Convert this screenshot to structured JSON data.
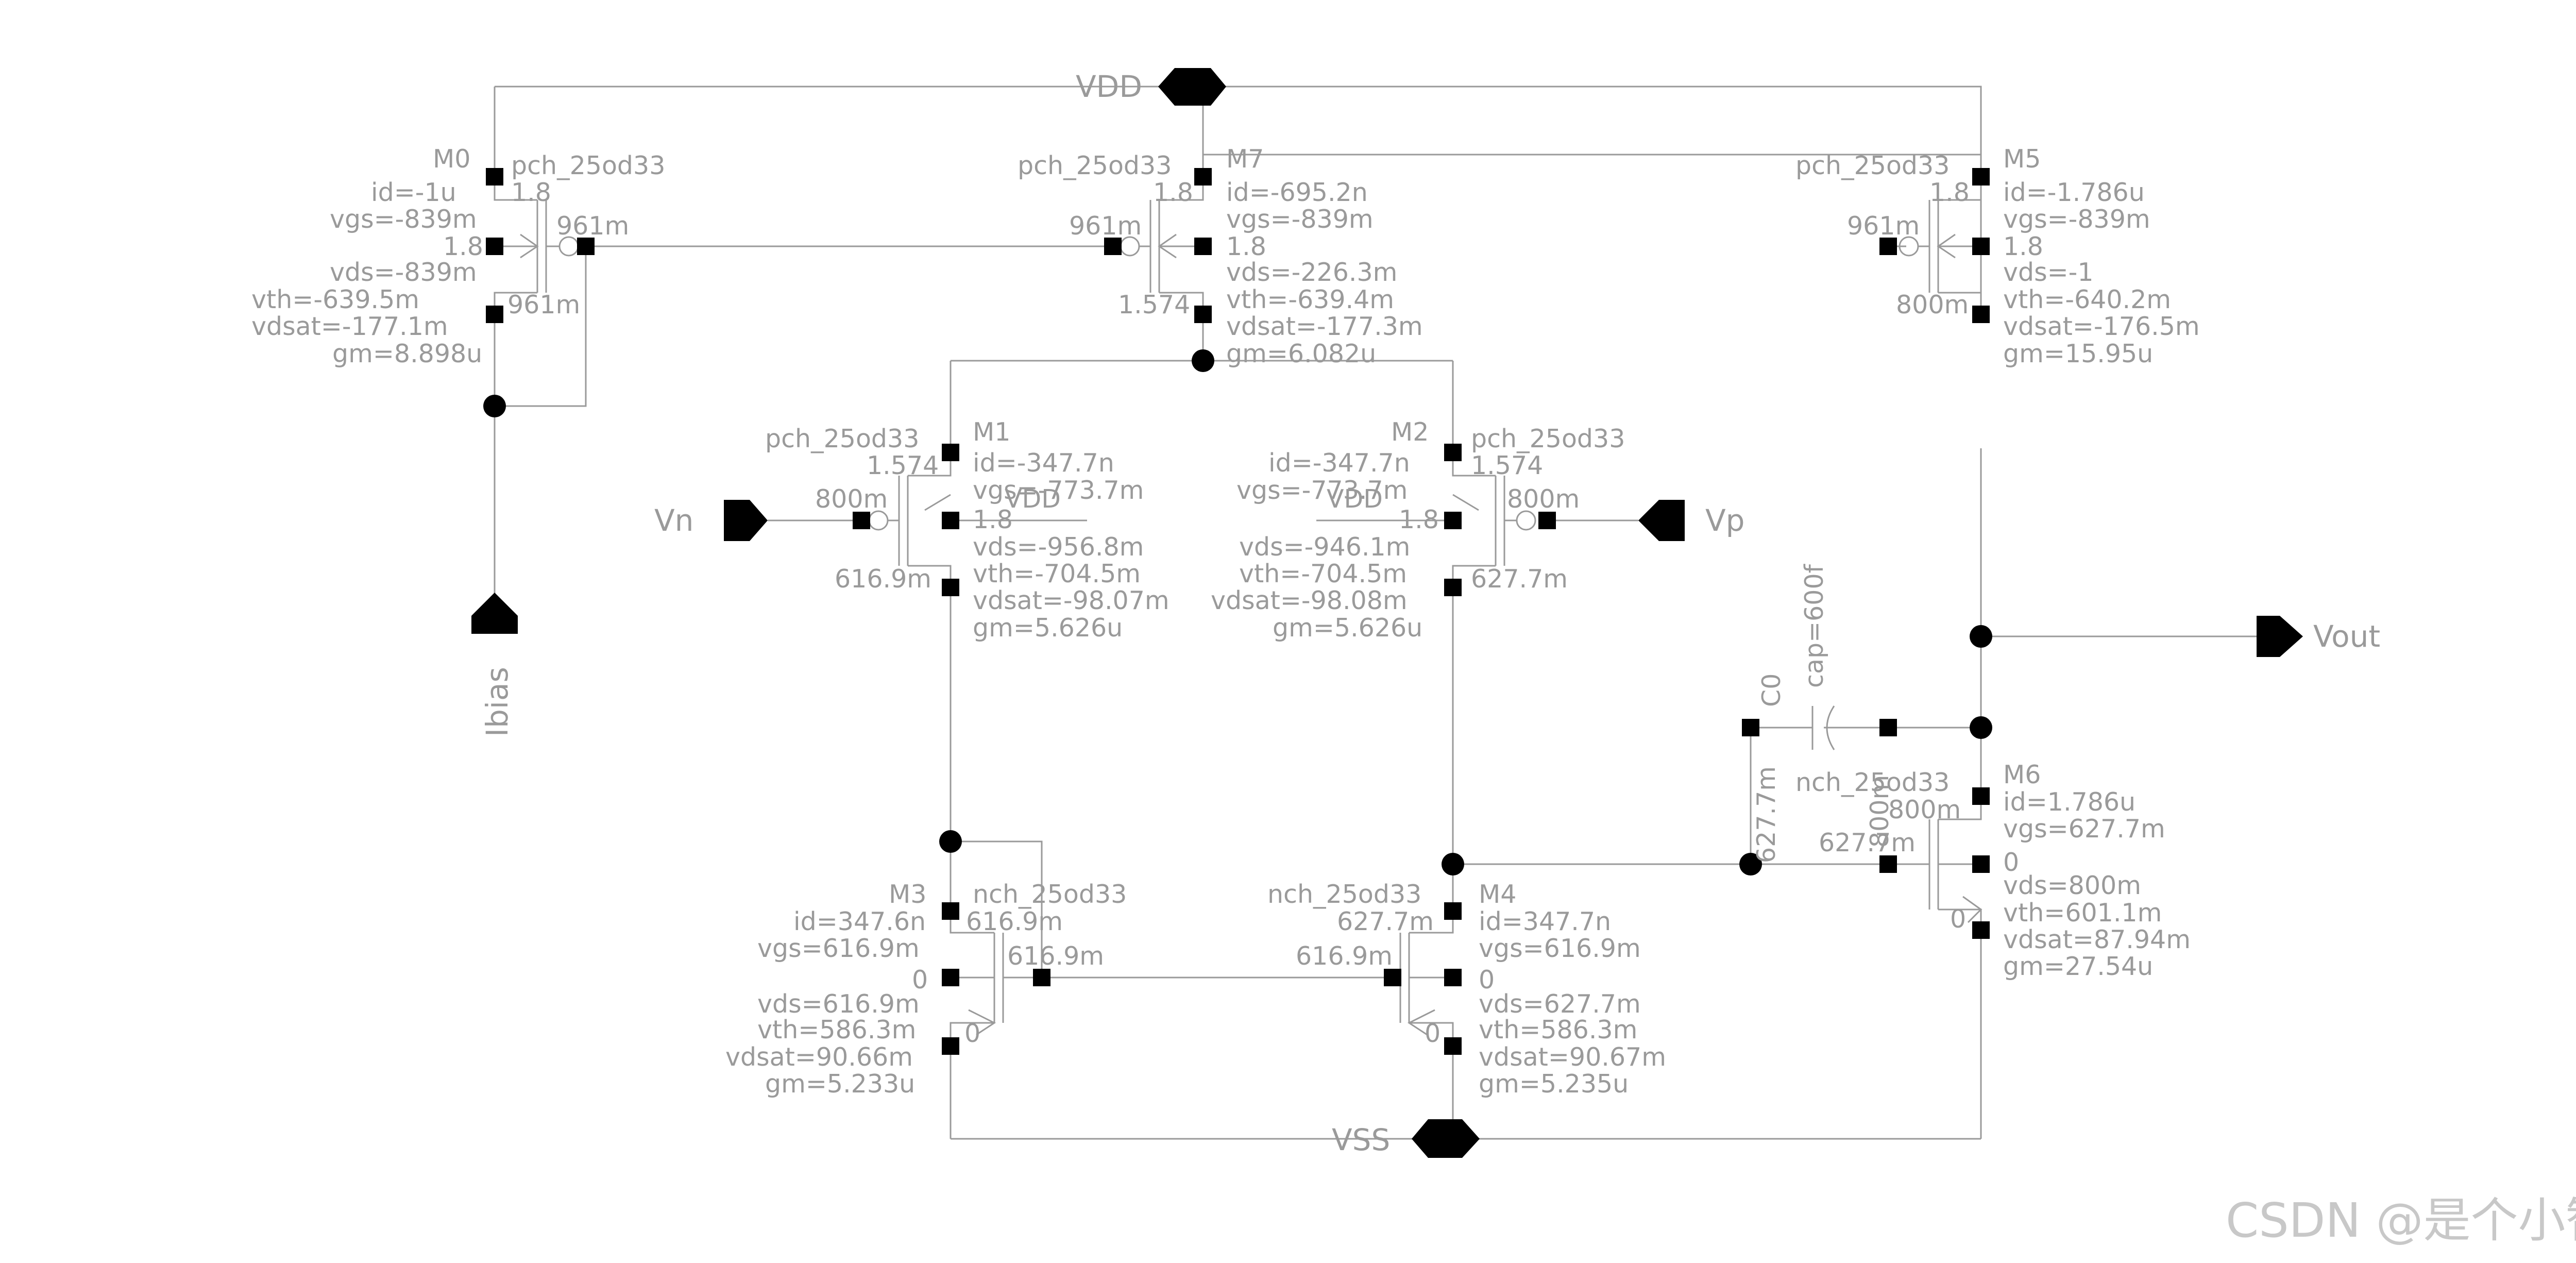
{
  "pins": {
    "vdd": "VDD",
    "vss": "VSS",
    "vn": "Vn",
    "vp": "Vp",
    "vout": "Vout",
    "ibias": "Ibias"
  },
  "devices": {
    "m0": {
      "name": "M0",
      "model": "pch_25od33",
      "lines": [
        "id=-1u",
        "vgs=-839m",
        "vds=-839m",
        "vth=-639.5m",
        "vdsat=-177.1m",
        "gm=8.898u"
      ],
      "nodes": {
        "b": "1.8",
        "s": "1.8",
        "g": "961m",
        "d": "961m"
      }
    },
    "m7": {
      "name": "M7",
      "model": "pch_25od33",
      "lines": [
        "id=-695.2n",
        "vgs=-839m",
        "vds=-226.3m",
        "vth=-639.4m",
        "vdsat=-177.3m",
        "gm=6.082u"
      ],
      "nodes": {
        "b": "1.8",
        "s": "1.8",
        "g": "961m",
        "d": "1.574"
      }
    },
    "m5": {
      "name": "M5",
      "model": "pch_25od33",
      "lines": [
        "id=-1.786u",
        "vgs=-839m",
        "vds=-1",
        "vth=-640.2m",
        "vdsat=-176.5m",
        "gm=15.95u"
      ],
      "nodes": {
        "b": "1.8",
        "s": "1.8",
        "g": "961m",
        "d": "800m"
      }
    },
    "m1": {
      "name": "M1",
      "model": "pch_25od33",
      "lines": [
        "id=-347.7n",
        "vgs=-773.7m",
        "vds=-956.8m",
        "vth=-704.5m",
        "vdsat=-98.07m",
        "gm=5.626u"
      ],
      "nodes": {
        "s": "1.574",
        "g": "800m",
        "b": "1.8",
        "d": "616.9m",
        "bulk": "VDD"
      }
    },
    "m2": {
      "name": "M2",
      "model": "pch_25od33",
      "lines": [
        "id=-347.7n",
        "vgs=-773.7m",
        "vds=-946.1m",
        "vth=-704.5m",
        "vdsat=-98.08m",
        "gm=5.626u"
      ],
      "nodes": {
        "s": "1.574",
        "g": "800m",
        "b": "1.8",
        "d": "627.7m",
        "bulk": "VDD"
      }
    },
    "m3": {
      "name": "M3",
      "model": "nch_25od33",
      "lines": [
        "id=347.6n",
        "vgs=616.9m",
        "vds=616.9m",
        "vth=586.3m",
        "vdsat=90.66m",
        "gm=5.233u"
      ],
      "nodes": {
        "d": "616.9m",
        "b": "0",
        "g": "616.9m",
        "s": "0"
      }
    },
    "m4": {
      "name": "M4",
      "model": "nch_25od33",
      "lines": [
        "id=347.7n",
        "vgs=616.9m",
        "vds=627.7m",
        "vth=586.3m",
        "vdsat=90.67m",
        "gm=5.235u"
      ],
      "nodes": {
        "d": "627.7m",
        "b": "0",
        "g": "616.9m",
        "s": "0"
      }
    },
    "m6": {
      "name": "M6",
      "model": "nch_25od33",
      "lines": [
        "id=1.786u",
        "vgs=627.7m",
        "vds=800m",
        "vth=601.1m",
        "vdsat=87.94m",
        "gm=27.54u"
      ],
      "nodes": {
        "d": "800m",
        "b": "0",
        "g": "627.7m",
        "s": "0"
      }
    },
    "c0": {
      "name": "C0",
      "value": "cap=600f",
      "left": "627.7m",
      "right": "800m"
    }
  },
  "watermark": "CSDN @是个小智子",
  "colors": {
    "wire": "#9a9a9a",
    "node": "#000000",
    "watermark": "#c8c8c8"
  }
}
